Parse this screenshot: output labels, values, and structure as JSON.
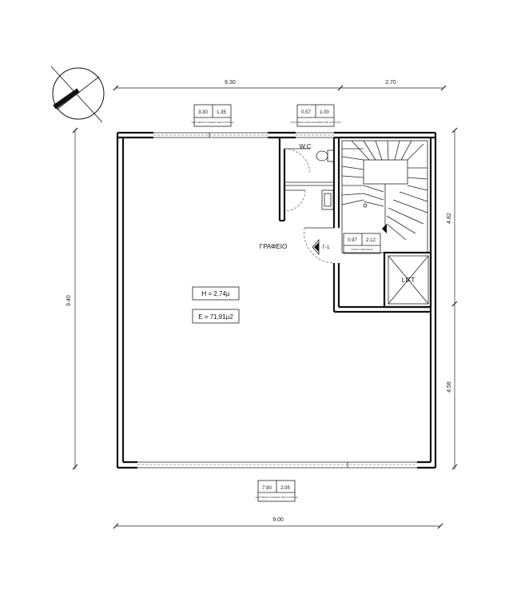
{
  "north_arrow": {
    "icon": "north-arrow-icon"
  },
  "dimensions": {
    "top_left": "6.30",
    "top_right": "2.70",
    "bottom": "9.00",
    "left": "9.40",
    "right_upper": "4.82",
    "right_lower": "4.58"
  },
  "window_tags": {
    "top_left": {
      "width": "3.30",
      "height": "1.35",
      "note": "ΑΛΟΥΜΙΝΙΟ ΣΤΑΘΕΡΟ ΜΕ ΚΟΥΡΤΙΝΑ"
    },
    "top_right": {
      "width": "0.57",
      "height": "1.00",
      "note": "ΑΛΟΥΜΙΝΙΟ ΑΝΑΚΛΙΝΟΜΕΝΟ ΜΕ ΚΟΥΡΤΙΝΑ"
    },
    "bottom": {
      "width": "7.90",
      "height": "2.05",
      "note": "ΑΛΟΥΜΙΝΙΟ ΣΤΑΘΕΡΟ ΜΕ ΚΟΥΡΤΙΝΑ"
    },
    "door": {
      "width": "0.97",
      "height": "2.12",
      "note": "ΠΟΡΤΑ ΑΣΦΑΛΕΙΑΣ"
    }
  },
  "rooms": {
    "wc": "W.C",
    "office": "ΓΡΑΦΕΙΟ",
    "lift": "LIFT",
    "door_label": "Γ-1"
  },
  "info": {
    "height": "Η = 2,74μ",
    "area": "Ε = 71,91μ2"
  }
}
